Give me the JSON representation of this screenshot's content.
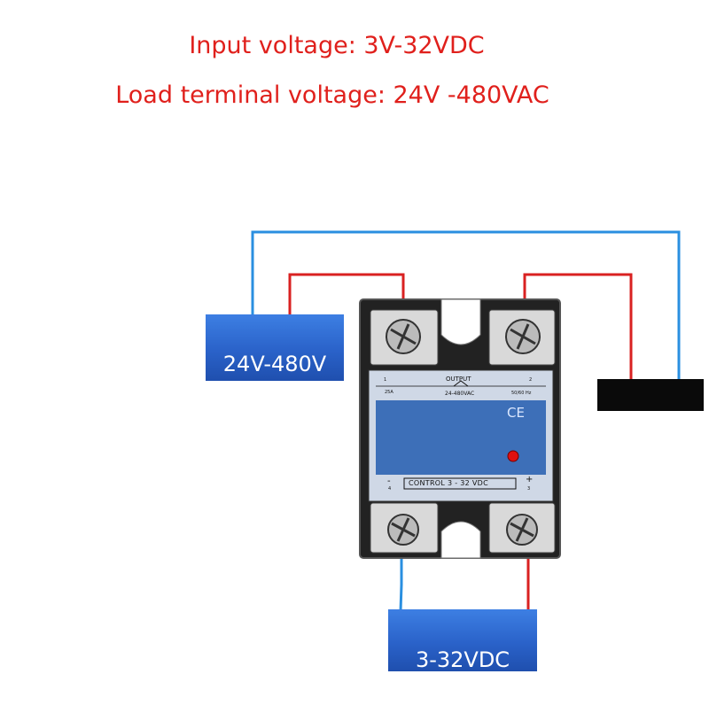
{
  "heading": {
    "input_voltage": "Input voltage: 3V-32VDC",
    "load_voltage": "Load terminal voltage: 24V -480VAC"
  },
  "ac_source": {
    "label": "24V-480V"
  },
  "dc_source": {
    "label": "3-32VDC"
  },
  "relay": {
    "output_label": "OUTPUT",
    "rating_label": "24-480VAC",
    "current_label": "25A",
    "frequency_label": "50/60 Hz",
    "terminal_1": "1",
    "terminal_2": "2",
    "terminal_3": "3",
    "terminal_4": "4",
    "control_label": "CONTROL 3 - 32 VDC",
    "minus_sign": "-",
    "plus_sign": "+",
    "ce_mark": "CE"
  },
  "colors": {
    "heading": "#e0201c",
    "wire_blue": "#2a8fe0",
    "wire_red": "#d92121",
    "source_box": "#2a62c9",
    "relay_face": "#3d6fb8",
    "load_block": "#0a0a0a",
    "indicator_led": "#e01010"
  }
}
